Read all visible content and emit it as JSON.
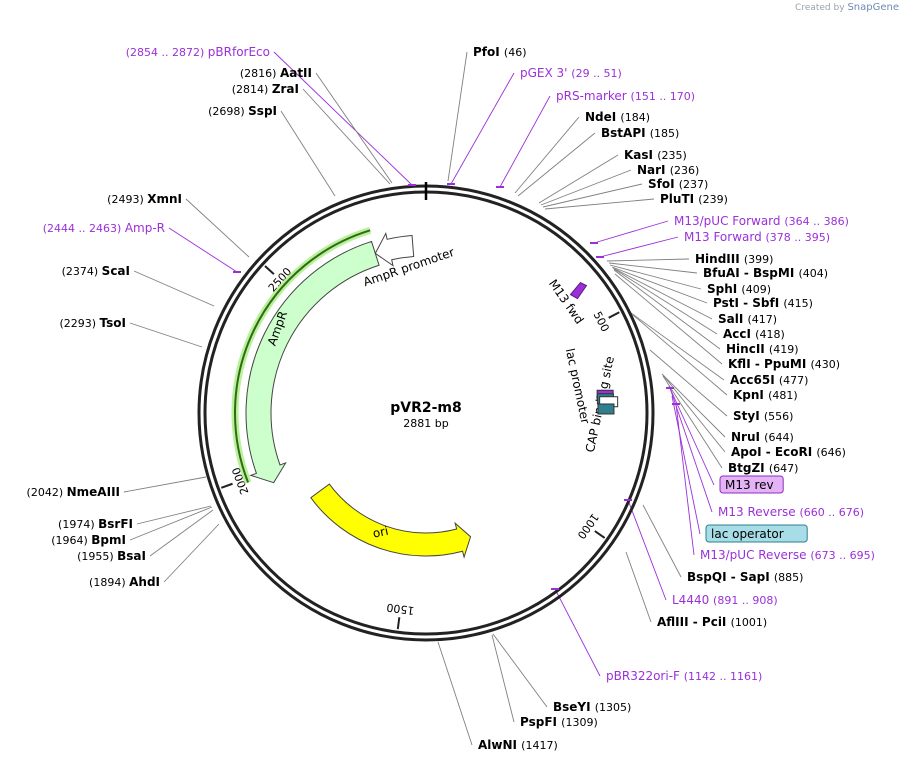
{
  "credit": {
    "prefix": "Created by",
    "brand": "SnapGene"
  },
  "plasmid": {
    "name": "pVR2-m8",
    "size_label": "2881 bp",
    "length": 2881
  },
  "ticks": [
    {
      "label": "500",
      "pos": 500
    },
    {
      "label": "1000",
      "pos": 1000
    },
    {
      "label": "1500",
      "pos": 1500
    },
    {
      "label": "2000",
      "pos": 2000
    },
    {
      "label": "2500",
      "pos": 2500
    }
  ],
  "features": [
    {
      "name": "AmpR",
      "type": "cds",
      "start": 2740,
      "end": 1964,
      "color": "#ccffcc"
    },
    {
      "name": "AmpR promoter",
      "type": "promoter",
      "start": 2845,
      "end": 2740,
      "color": "#ffffff"
    },
    {
      "name": "ori",
      "type": "origin",
      "start": 1870,
      "end": 1282,
      "color": "#ffff00"
    },
    {
      "name": "M13 fwd",
      "type": "primer_bind",
      "pos": 395,
      "color": "#9b30d9"
    },
    {
      "name": "lac promoter",
      "type": "promoter",
      "pos": 700,
      "color": "#ffffff"
    },
    {
      "name": "CAP binding site",
      "type": "protein_bind",
      "pos": 700,
      "color": "#2f7f8f"
    }
  ],
  "labels": [
    {
      "kind": "primer",
      "name": "pBRforEco",
      "range": "(2854 .. 2872)",
      "pos": 2863
    },
    {
      "kind": "enzyme",
      "name": "PfoI",
      "site": "(46)",
      "pos": 46
    },
    {
      "kind": "enzyme",
      "name": "AatII",
      "site": "(2816)",
      "pos": 2816
    },
    {
      "kind": "enzyme",
      "name": "ZraI",
      "site": "(2814)",
      "pos": 2814
    },
    {
      "kind": "primer",
      "name": "pGEX 3'",
      "range": "(29 .. 51)",
      "pos": 40
    },
    {
      "kind": "enzyme",
      "name": "SspI",
      "site": "(2698)",
      "pos": 2698
    },
    {
      "kind": "primer",
      "name": "pRS-marker",
      "range": "(151 .. 170)",
      "pos": 160
    },
    {
      "kind": "enzyme",
      "name": "NdeI",
      "site": "(184)",
      "pos": 184
    },
    {
      "kind": "enzyme",
      "name": "BstAPI",
      "site": "(185)",
      "pos": 185
    },
    {
      "kind": "enzyme",
      "name": "KasI",
      "site": "(235)",
      "pos": 235
    },
    {
      "kind": "enzyme",
      "name": "NarI",
      "site": "(236)",
      "pos": 236
    },
    {
      "kind": "enzyme",
      "name": "SfoI",
      "site": "(237)",
      "pos": 237
    },
    {
      "kind": "enzyme",
      "name": "PluTI",
      "site": "(239)",
      "pos": 239
    },
    {
      "kind": "enzyme",
      "name": "XmnI",
      "site": "(2493)",
      "pos": 2493
    },
    {
      "kind": "primer",
      "name": "M13/pUC Forward",
      "range": "(364 .. 386)",
      "pos": 375
    },
    {
      "kind": "primer",
      "name": "Amp-R",
      "range": "(2444 .. 2463)",
      "pos": 2453
    },
    {
      "kind": "primer",
      "name": "M13 Forward",
      "range": "(378 .. 395)",
      "pos": 386
    },
    {
      "kind": "enzyme",
      "name": "HindIII",
      "site": "(399)",
      "pos": 399
    },
    {
      "kind": "enzyme",
      "name": "ScaI",
      "site": "(2374)",
      "pos": 2374
    },
    {
      "kind": "enzyme",
      "name": "BfuAI - BspMI",
      "site": "(404)",
      "pos": 404
    },
    {
      "kind": "enzyme",
      "name": "SphI",
      "site": "(409)",
      "pos": 409
    },
    {
      "kind": "enzyme",
      "name": "PstI - SbfI",
      "site": "(415)",
      "pos": 415
    },
    {
      "kind": "enzyme",
      "name": "SalI",
      "site": "(417)",
      "pos": 417
    },
    {
      "kind": "enzyme",
      "name": "TsoI",
      "site": "(2293)",
      "pos": 2293
    },
    {
      "kind": "enzyme",
      "name": "AccI",
      "site": "(418)",
      "pos": 418
    },
    {
      "kind": "enzyme",
      "name": "HincII",
      "site": "(419)",
      "pos": 419
    },
    {
      "kind": "enzyme",
      "name": "KflI - PpuMI",
      "site": "(430)",
      "pos": 430
    },
    {
      "kind": "enzyme",
      "name": "Acc65I",
      "site": "(477)",
      "pos": 477
    },
    {
      "kind": "enzyme",
      "name": "KpnI",
      "site": "(481)",
      "pos": 481
    },
    {
      "kind": "enzyme",
      "name": "StyI",
      "site": "(556)",
      "pos": 556
    },
    {
      "kind": "enzyme",
      "name": "NruI",
      "site": "(644)",
      "pos": 644
    },
    {
      "kind": "enzyme",
      "name": "ApoI - EcoRI",
      "site": "(646)",
      "pos": 646
    },
    {
      "kind": "enzyme",
      "name": "BtgZI",
      "site": "(647)",
      "pos": 647
    },
    {
      "kind": "enzyme",
      "name": "NmeAIII",
      "site": "(2042)",
      "pos": 2042
    },
    {
      "kind": "boxed",
      "name": "M13 rev",
      "pos": 670,
      "fill": "#e3b3f5",
      "border": "#8e2fc1"
    },
    {
      "kind": "primer",
      "name": "M13 Reverse",
      "range": "(660 .. 676)",
      "pos": 668
    },
    {
      "kind": "enzyme",
      "name": "BsrFI",
      "site": "(1974)",
      "pos": 1974
    },
    {
      "kind": "enzyme",
      "name": "BpmI",
      "site": "(1964)",
      "pos": 1964
    },
    {
      "kind": "enzyme",
      "name": "BsaI",
      "site": "(1955)",
      "pos": 1955
    },
    {
      "kind": "boxed",
      "name": "lac operator",
      "pos": 690,
      "fill": "#a7dde6",
      "border": "#2f7f8f"
    },
    {
      "kind": "primer",
      "name": "M13/pUC Reverse",
      "range": "(673 .. 695)",
      "pos": 684
    },
    {
      "kind": "enzyme",
      "name": "AhdI",
      "site": "(1894)",
      "pos": 1894
    },
    {
      "kind": "enzyme",
      "name": "BspQI - SapI",
      "site": "(885)",
      "pos": 885
    },
    {
      "kind": "primer",
      "name": "L4440",
      "range": "(891 .. 908)",
      "pos": 899
    },
    {
      "kind": "enzyme",
      "name": "AflIII - PciI",
      "site": "(1001)",
      "pos": 1001
    },
    {
      "kind": "primer",
      "name": "pBR322ori-F",
      "range": "(1142 .. 1161)",
      "pos": 1151
    },
    {
      "kind": "enzyme",
      "name": "BseYI",
      "site": "(1305)",
      "pos": 1305
    },
    {
      "kind": "enzyme",
      "name": "PspFI",
      "site": "(1309)",
      "pos": 1309
    },
    {
      "kind": "enzyme",
      "name": "AlwNI",
      "site": "(1417)",
      "pos": 1417
    }
  ]
}
